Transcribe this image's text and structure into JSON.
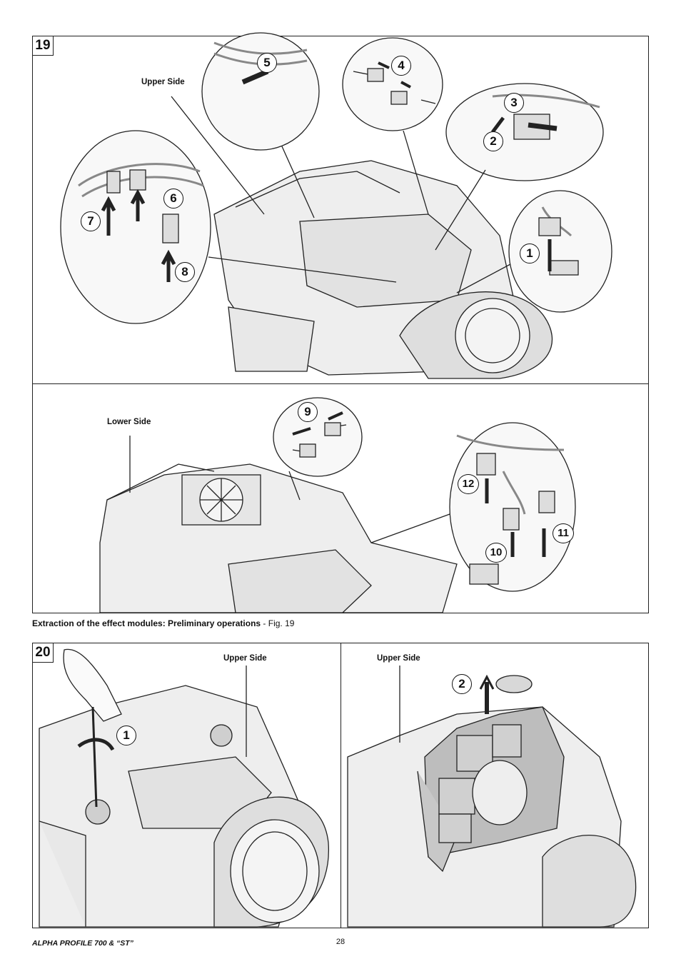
{
  "fig19": {
    "number": "19",
    "upper_label": "Upper Side",
    "lower_label": "Lower Side",
    "callouts": [
      "1",
      "2",
      "3",
      "4",
      "5",
      "6",
      "7",
      "8",
      "9",
      "10",
      "11",
      "12"
    ],
    "caption_bold": "Extraction of the effect modules: Preliminary operations",
    "caption_rest": " - Fig. 19"
  },
  "fig20": {
    "number": "20",
    "left_label": "Upper Side",
    "right_label": "Upper Side",
    "left_callout": "1",
    "right_callout": "2"
  },
  "footer": {
    "model": "ALPHA PROFILE 700 & “ST”",
    "page": "28"
  }
}
